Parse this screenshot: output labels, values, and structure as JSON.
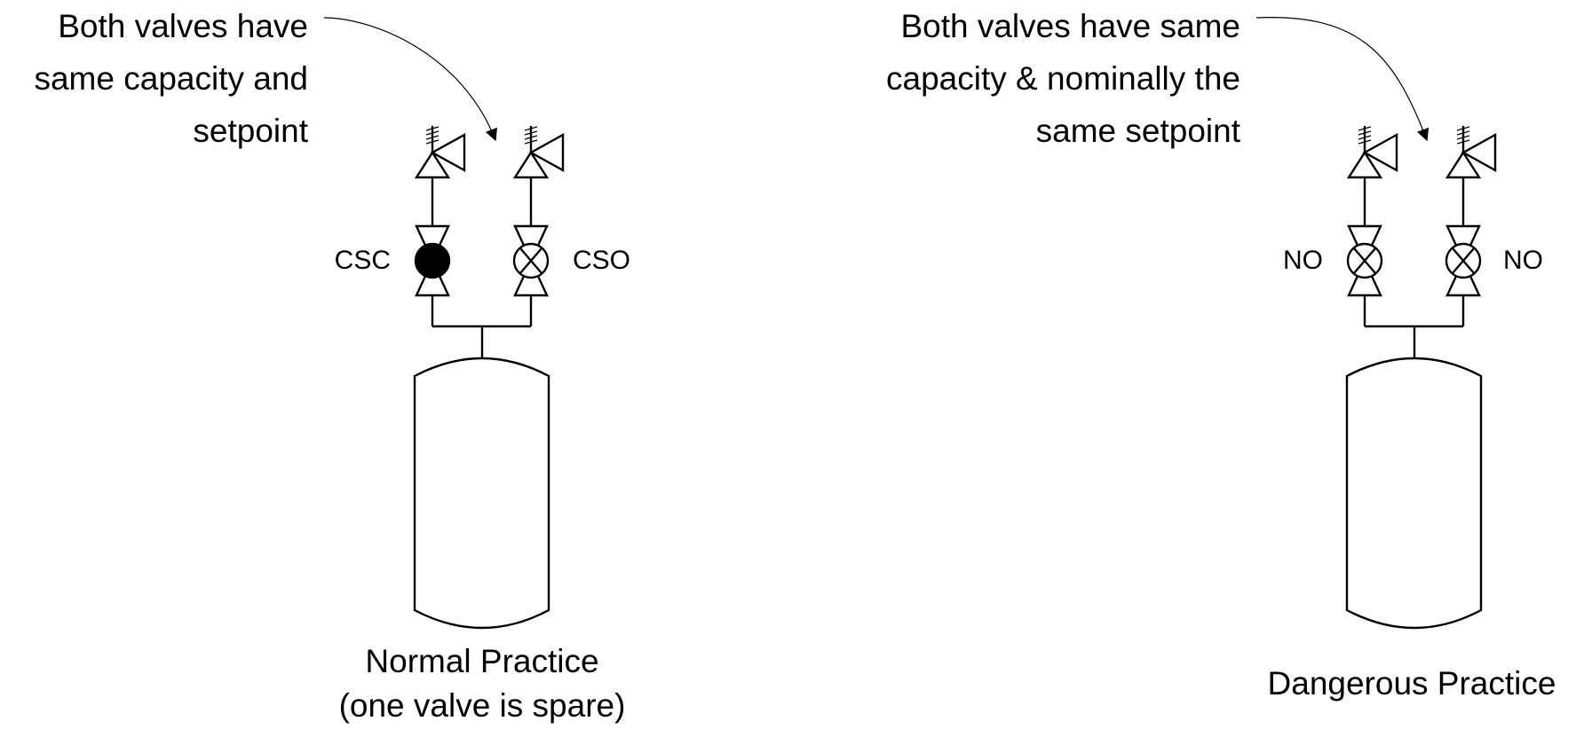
{
  "left": {
    "note": [
      "Both valves have",
      "same capacity and",
      "setpoint"
    ],
    "valves": [
      {
        "tag": "CSC",
        "state": "closed"
      },
      {
        "tag": "CSO",
        "state": "open"
      }
    ],
    "caption": [
      "Normal Practice",
      "(one valve is spare)"
    ]
  },
  "right": {
    "note": [
      "Both valves have same",
      "capacity & nominally the",
      "same setpoint"
    ],
    "valves": [
      {
        "tag": "NO",
        "state": "open"
      },
      {
        "tag": "NO",
        "state": "open"
      }
    ],
    "caption": [
      "Dangerous Practice"
    ]
  },
  "colors": {
    "line": "#000000",
    "closed_fill": "#000000",
    "background": "#ffffff"
  }
}
